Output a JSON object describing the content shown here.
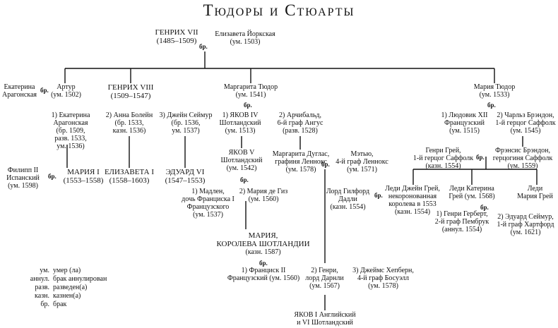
{
  "title": "Тюдоры и Стюарты",
  "marriage_mark": "бр.",
  "persons": {
    "henry7": [
      "ГЕНРИХ VII",
      "(1485–1509)"
    ],
    "elizabeth_york": [
      "Елизавета Йоркская",
      "(ум. 1503)"
    ],
    "catherine_aragon": [
      "Екатерина",
      "Арагонская"
    ],
    "arthur": [
      "Артур",
      "(ум. 1502)"
    ],
    "henry8": [
      "ГЕНРИХ VIII",
      "(1509–1547)"
    ],
    "margaret_tudor": [
      "Маргарита Тюдор",
      "(ум. 1541)"
    ],
    "mary_tudor": [
      "Мария Тюдор",
      "(ум. 1533)"
    ],
    "h8_w1": [
      "1) Екатерина",
      "Арагонская",
      "(бр. 1509,",
      "разв. 1533,",
      "ум. 1536)"
    ],
    "h8_w2": [
      "2) Анна Болейн",
      "(бр. 1533,",
      "казн. 1536)"
    ],
    "h8_w3": [
      "3) Джейн Сеймур",
      "(бр. 1536,",
      "ум. 1537)"
    ],
    "james4": [
      "1) ЯКОВ IV",
      "Шотландский",
      "(ум. 1513)"
    ],
    "archibald": [
      "2) Арчибальд,",
      "6-й граф Ангус",
      "(разв. 1528)"
    ],
    "louis12": [
      "1) Людовик XII",
      "Французский",
      "(ум. 1515)"
    ],
    "brandon": [
      "2) Чарльз Брэндон,",
      "1-й герцог Саффолк",
      "(ум. 1545)"
    ],
    "philip2": [
      "Филипп II",
      "Испанский",
      "(ум. 1598)"
    ],
    "mary1": [
      "МАРИЯ I",
      "(1553–1558)"
    ],
    "elizabeth1": [
      "ЕЛИЗАВЕТА I",
      "(1558–1603)"
    ],
    "edward6": [
      "ЭДУАРД VI",
      "(1547–1553)"
    ],
    "james5": [
      "ЯКОВ V",
      "Шотландский",
      "(ум. 1542)"
    ],
    "margaret_douglas": [
      "Маргарита Дуглас,",
      "графиня Леннокс",
      "(ум. 1578)"
    ],
    "matthew": [
      "Мэтью,",
      "4-й граф Леннокс",
      "(ум. 1571)"
    ],
    "henry_grey": [
      "Генри Грей,",
      "1-й герцог Саффолк",
      "(казн. 1554)"
    ],
    "frances_brandon": [
      "Фрэнсис Брэндон,",
      "герцогиня Саффолк",
      "(ум. 1559)"
    ],
    "madeleine": [
      "1) Мадлен,",
      "дочь Франциска I",
      "Французского",
      "(ум. 1537)"
    ],
    "mary_guise": [
      "2) Мария де Гиз",
      "(ум. 1560)"
    ],
    "guildford": [
      "Лорд Гилфорд",
      "Дадли",
      "(казн. 1554)"
    ],
    "jane_grey": [
      "Леди Джейн Грей,",
      "некоронованная",
      "королева в 1553",
      "(казн. 1554)"
    ],
    "katherine_grey": [
      "Леди Катерина",
      "Грей (ум. 1568)"
    ],
    "mary_grey": [
      "Леди",
      "Мария Грей"
    ],
    "henry_herbert": [
      "1) Генри Герберт,",
      "2-й граф Пембрук",
      "(аннул. 1554)"
    ],
    "edward_seymour": [
      "2) Эдуард Сеймур,",
      "1-й граф Хартфорд",
      "(ум. 1621)"
    ],
    "mary_scots": [
      "МАРИЯ,",
      "КОРОЛЕВА ШОТЛАНДИИ",
      "(казн. 1587)"
    ],
    "francis2": [
      "1) Франциск II",
      "Французский (ум. 1560)"
    ],
    "darnley": [
      "2) Генри,",
      "лорд Дарнли",
      "(ум. 1567)"
    ],
    "bothwell": [
      "3) Джеймс Хепберн,",
      "4-й граф Босуэлл",
      "(ум. 1578)"
    ],
    "james6": [
      "ЯКОВ I Английский",
      "и VI Шотландский"
    ]
  },
  "legend": [
    {
      "abbr": "ум.",
      "text": "умер (ла)"
    },
    {
      "abbr": "аннул.",
      "text": "брак аннулирован"
    },
    {
      "abbr": "разв.",
      "text": "разведен(а)"
    },
    {
      "abbr": "казн.",
      "text": "казнен(а)"
    },
    {
      "abbr": "бр.",
      "text": "брак"
    }
  ]
}
